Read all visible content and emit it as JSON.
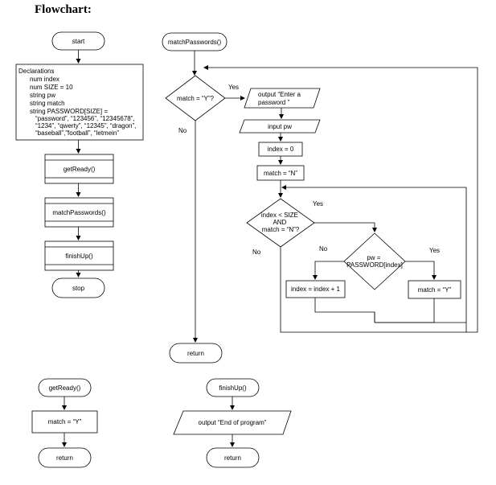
{
  "title": "Flowchart:",
  "main": {
    "start": "start",
    "declarations": [
      "Declarations",
      "num index",
      "num SIZE = 10",
      "string pw",
      "string match",
      "string PASSWORD[SIZE] =",
      "“password”, “123456”, “12345678”,",
      "“1234”, “qwerty”, “12345”, “dragon”,",
      "“baseball”,”football”, “letmein”"
    ],
    "get_ready": "getReady()",
    "match_passwords": "matchPasswords()",
    "finish_up": "finishUp()",
    "stop": "stop"
  },
  "match_passwords_module": {
    "header": "matchPasswords()",
    "decision": "match = “Y”?",
    "yes": "Yes",
    "no": "No",
    "output_lines": [
      "output “Enter a",
      "password ”"
    ],
    "input": "input pw",
    "init_index": "index = 0",
    "init_match": "match = “N”",
    "loop_decision_lines": [
      "index < SIZE",
      "AND",
      "match = “N”?"
    ],
    "loop_yes": "Yes",
    "loop_no": "No",
    "inner_decision_lines": [
      "pw =",
      "PASSWORD[index]"
    ],
    "inner_no": "No",
    "inner_yes": "Yes",
    "increment": "index = index + 1",
    "set_match": "match = “Y”",
    "return": "return"
  },
  "get_ready_module": {
    "header": "getReady()",
    "body": "match = “Y”",
    "return": "return"
  },
  "finish_up_module": {
    "header": "finishUp()",
    "output": "output “End of program”",
    "return": "return"
  }
}
